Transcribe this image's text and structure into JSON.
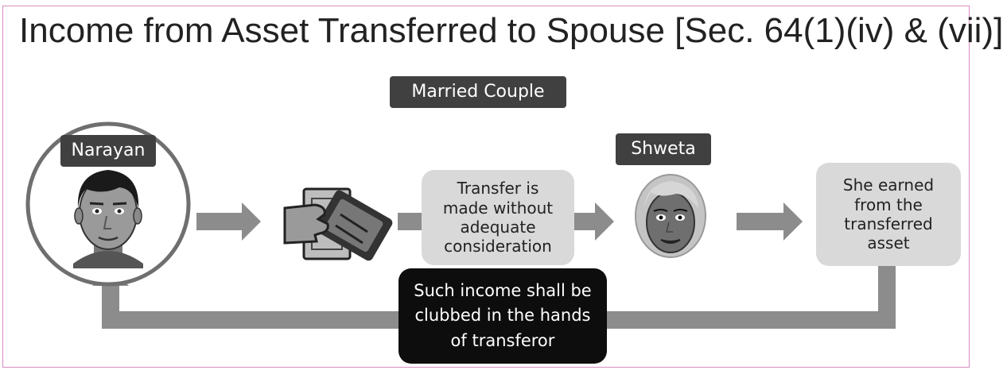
{
  "title": "Income from Asset Transferred to Spouse [Sec. 64(1)(iv) & (vii)]",
  "labels": {
    "couple": "Married Couple",
    "husband": "Narayan",
    "wife": "Shweta"
  },
  "boxes": {
    "transfer": "Transfer is\nmade without\nadequate\nconsideration",
    "earned": "She earned\nfrom the\ntransferred\nasset",
    "clubbing": "Such income shall be\nclubbed in the hands\nof transferor"
  },
  "icons": {
    "husband": "man-avatar-icon",
    "money": "money-handover-icon",
    "wife": "woman-avatar-icon",
    "arrow": "arrow-right-icon"
  },
  "colors": {
    "arrow": "#8c8c8c",
    "tag_bg": "#404040",
    "box_bg": "#d9d9d9",
    "dark_box_bg": "#0d0d0d",
    "frame_border": "#d98cc0"
  }
}
